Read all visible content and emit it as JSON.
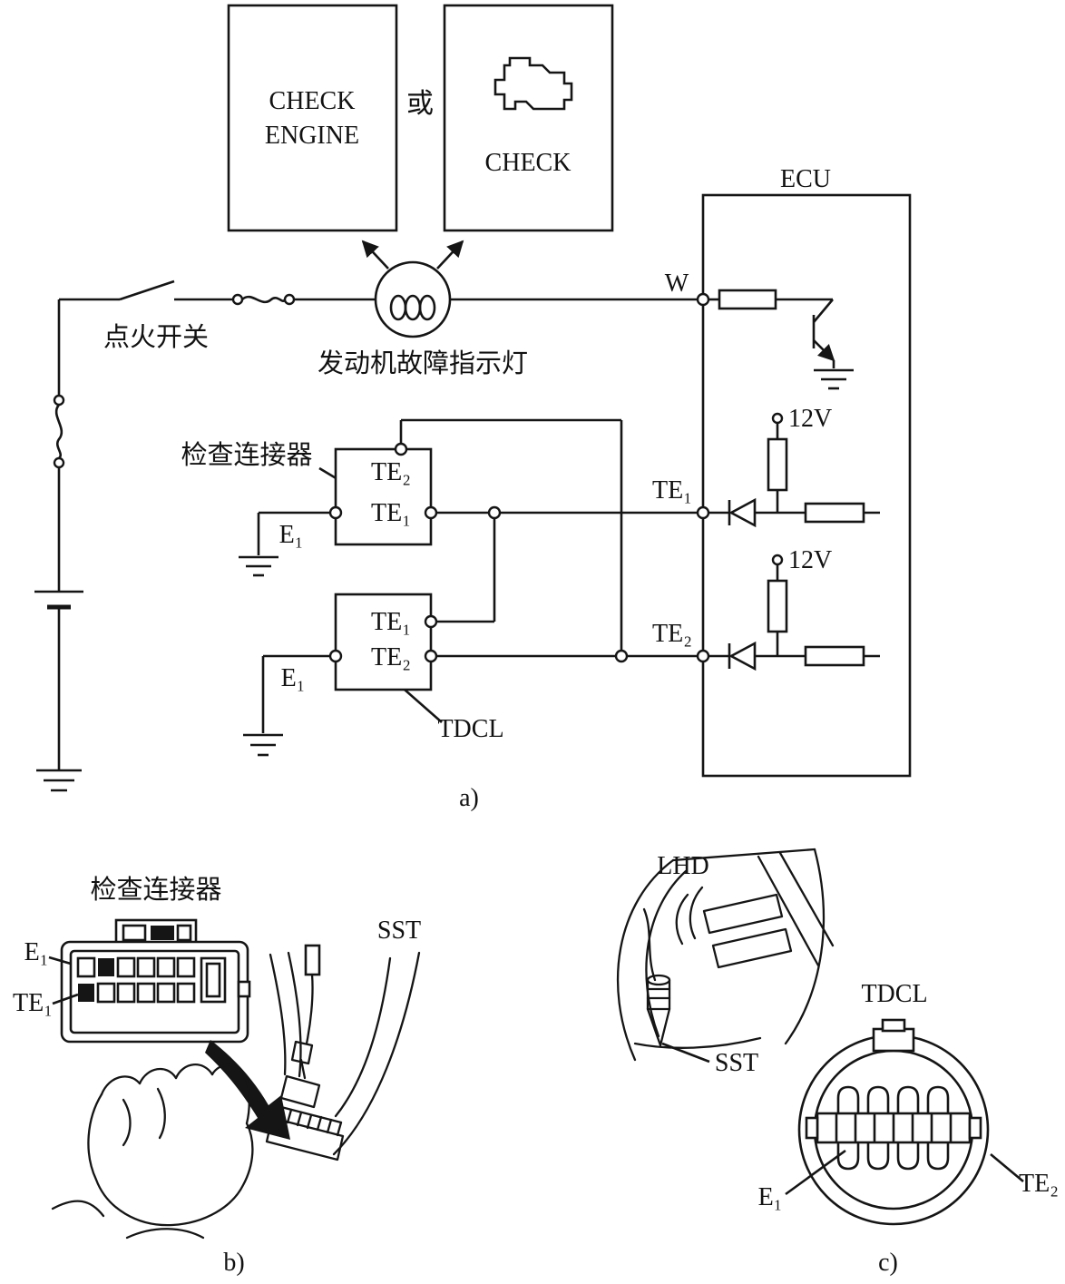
{
  "colors": {
    "ink": "#151515",
    "paper": "#ffffff"
  },
  "panel_a": {
    "caption": "a)",
    "check_engine_box": {
      "line1": "CHECK",
      "line2": "ENGINE"
    },
    "or_label": "或",
    "check_box": {
      "label": "CHECK"
    },
    "ecu": {
      "title": "ECU",
      "w": "W",
      "te1": "TE₁",
      "te2": "TE₂",
      "v12_top": "12V",
      "v12_bottom": "12V"
    },
    "ignition_switch": "点火开关",
    "mil_label": "发动机故障指示灯",
    "check_connector": {
      "label": "检查连接器",
      "te2": "TE₂",
      "te1": "TE₁",
      "e1": "E₁"
    },
    "tdcl": {
      "label": "TDCL",
      "te1": "TE₁",
      "te2": "TE₂",
      "e1": "E₁"
    }
  },
  "panel_b": {
    "caption": "b)",
    "check_connector_label": "检查连接器",
    "e1": "E₁",
    "te1": "TE₁",
    "sst": "SST"
  },
  "panel_c": {
    "caption": "c)",
    "lhd": "LHD",
    "sst": "SST",
    "tdcl": "TDCL",
    "e1": "E₁",
    "te2": "TE₂"
  }
}
